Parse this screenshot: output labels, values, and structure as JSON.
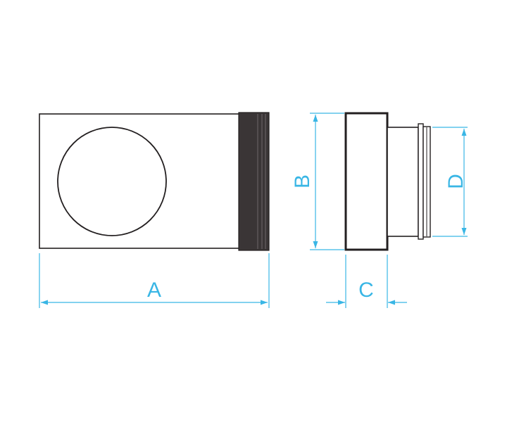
{
  "colors": {
    "outline": "#231f20",
    "dimension": "#39b6e5",
    "flange_fill": "#3a3536",
    "background": "#ffffff"
  },
  "dimensions": {
    "a": "A",
    "b": "B",
    "c": "C",
    "d": "D"
  }
}
